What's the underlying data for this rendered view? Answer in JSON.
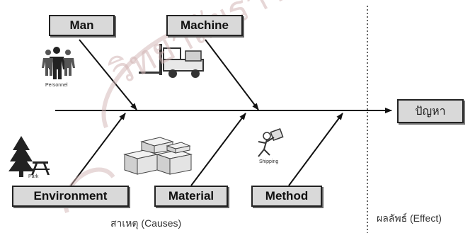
{
  "causes": {
    "man": "Man",
    "machine": "Machine",
    "environment": "Environment",
    "material": "Material",
    "method": "Method"
  },
  "effect": "ปัญหา",
  "icon_labels": {
    "personnel": "Personnel",
    "park": "Park",
    "shipping": "Shipping"
  },
  "captions": {
    "causes": "สาเหตุ (Causes)",
    "effect": "ผลลัพธ์ (Effect)"
  },
  "watermark": "วิทยาลัยราชภัฏ",
  "icons": [
    "personnel-icon",
    "forklift-icon",
    "tree-icon",
    "picnic-table-icon",
    "boxes-icon",
    "delivery-person-icon"
  ],
  "colors": {
    "box_fill": "#d9d9d9",
    "line": "#111111",
    "watermark": "#d2b4b4"
  }
}
